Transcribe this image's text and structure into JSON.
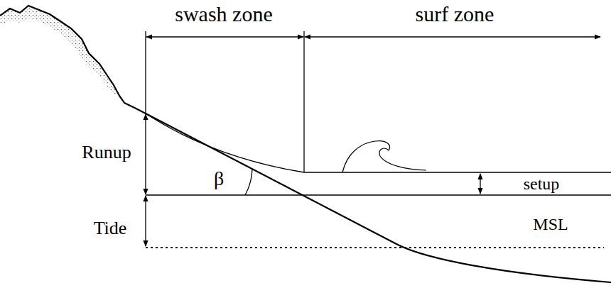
{
  "diagram": {
    "labels": [
      "swash zone",
      "surf zone",
      "Runup",
      "β",
      "Tide",
      "setup",
      "MSL"
    ]
  }
}
